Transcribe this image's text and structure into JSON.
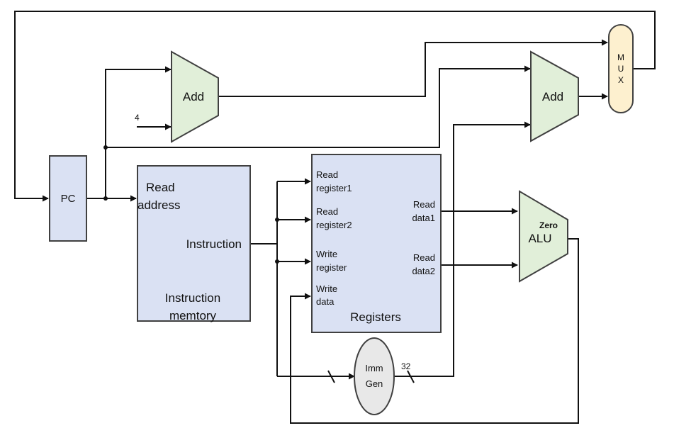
{
  "colors": {
    "block_fill": "#dae1f3",
    "adder_fill": "#e1efd9",
    "mux_fill": "#fdf0cf",
    "immgen_fill": "#e8e8e8",
    "stroke": "#404040",
    "wire": "#111111"
  },
  "pc": {
    "label": "PC"
  },
  "add_pc": {
    "label": "Add",
    "const_input": "4"
  },
  "add_branch": {
    "label": "Add"
  },
  "mux": {
    "letters": [
      "M",
      "U",
      "X"
    ]
  },
  "instruction_memory": {
    "read_address_line1": "Read",
    "read_address_line2": "address",
    "instruction_port": "Instruction",
    "title_line1": "Instruction",
    "title_line2": "memtory"
  },
  "registers": {
    "read_register1_line1": "Read",
    "read_register1_line2": "register1",
    "read_register2_line1": "Read",
    "read_register2_line2": "register2",
    "write_register_line1": "Write",
    "write_register_line2": "register",
    "write_data_line1": "Write",
    "write_data_line2": "data",
    "read_data1_line1": "Read",
    "read_data1_line2": "data1",
    "read_data2_line1": "Read",
    "read_data2_line2": "data2",
    "title": "Registers"
  },
  "alu": {
    "label": "ALU",
    "zero_label": "Zero"
  },
  "imm_gen": {
    "line1": "Imm",
    "line2": "Gen",
    "bus_width": "32"
  }
}
